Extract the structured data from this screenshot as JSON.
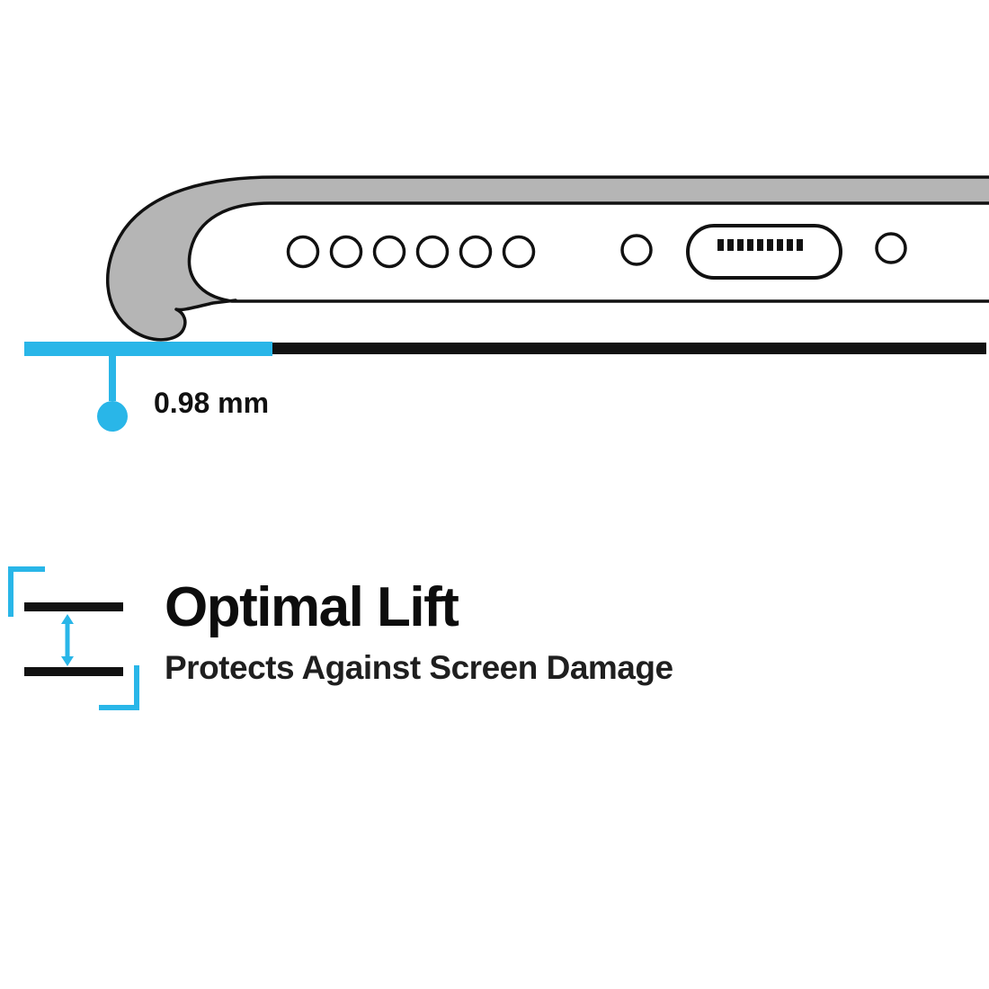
{
  "colors": {
    "accent": "#29b6e8",
    "case_gray": "#b5b5b5",
    "ink": "#111111",
    "background": "#ffffff"
  },
  "diagram": {
    "measurement_label": "0.98 mm"
  },
  "feature": {
    "title": "Optimal Lift",
    "subtitle": "Protects Against Screen Damage"
  },
  "icons": {
    "lift_gap_icon": "↕"
  }
}
